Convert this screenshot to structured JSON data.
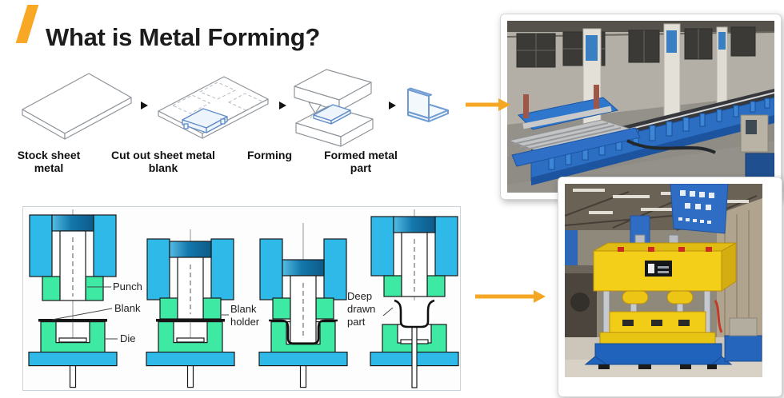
{
  "title": {
    "text": "What is Metal Forming?"
  },
  "flow": {
    "steps": [
      {
        "id": "stock-sheet-metal",
        "label": "Stock sheet metal"
      },
      {
        "id": "cut-out-blank",
        "label": "Cut out sheet metal blank"
      },
      {
        "id": "forming",
        "label": "Forming"
      },
      {
        "id": "formed-part",
        "label": "Formed metal part"
      }
    ]
  },
  "deep_drawing_diagram": {
    "labels": {
      "punch": "Punch",
      "blank": "Blank",
      "die": "Die",
      "blank_holder": "Blank holder",
      "deep_drawn_part": "Deep drawn part"
    },
    "colors": {
      "cyan": "#2FB9E9",
      "green": "#3EE9A4",
      "cap_dark": "#0d5a88",
      "outline": "#1a1a1a"
    }
  },
  "accent": {
    "orange": "#F5A623",
    "title_slash": "#F9A825"
  },
  "photos": {
    "roll_forming": {
      "name": "roll-forming-machine-photo"
    },
    "hydraulic_press": {
      "name": "hydraulic-press-photo"
    }
  }
}
